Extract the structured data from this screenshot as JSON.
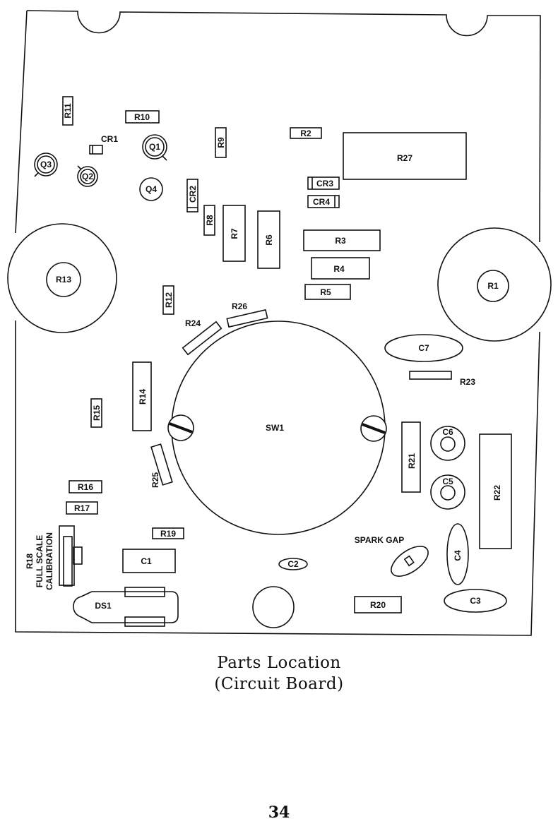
{
  "caption": {
    "line1": "Parts Location",
    "line2": "(Circuit Board)"
  },
  "page_number": "34",
  "labels": {
    "r1": "R1",
    "r2": "R2",
    "r3": "R3",
    "r4": "R4",
    "r5": "R5",
    "r6": "R6",
    "r7": "R7",
    "r8": "R8",
    "r9": "R9",
    "r10": "R10",
    "r11": "R11",
    "r12": "R12",
    "r13": "R13",
    "r14": "R14",
    "r15": "R15",
    "r16": "R16",
    "r17": "R17",
    "r18": "R18",
    "r18_note1": "FULL SCALE",
    "r18_note2": "CALIBRATION",
    "r19": "R19",
    "r20": "R20",
    "r21": "R21",
    "r22": "R22",
    "r23": "R23",
    "r24": "R24",
    "r25": "R25",
    "r26": "R26",
    "r27": "R27",
    "c1": "C1",
    "c2": "C2",
    "c3": "C3",
    "c4": "C4",
    "c5": "C5",
    "c6": "C6",
    "c7": "C7",
    "cr1": "CR1",
    "cr2": "CR2",
    "cr3": "CR3",
    "cr4": "CR4",
    "q1": "Q1",
    "q2": "Q2",
    "q3": "Q3",
    "q4": "Q4",
    "sw1": "SW1",
    "ds1": "DS1",
    "spark_gap": "SPARK GAP"
  }
}
